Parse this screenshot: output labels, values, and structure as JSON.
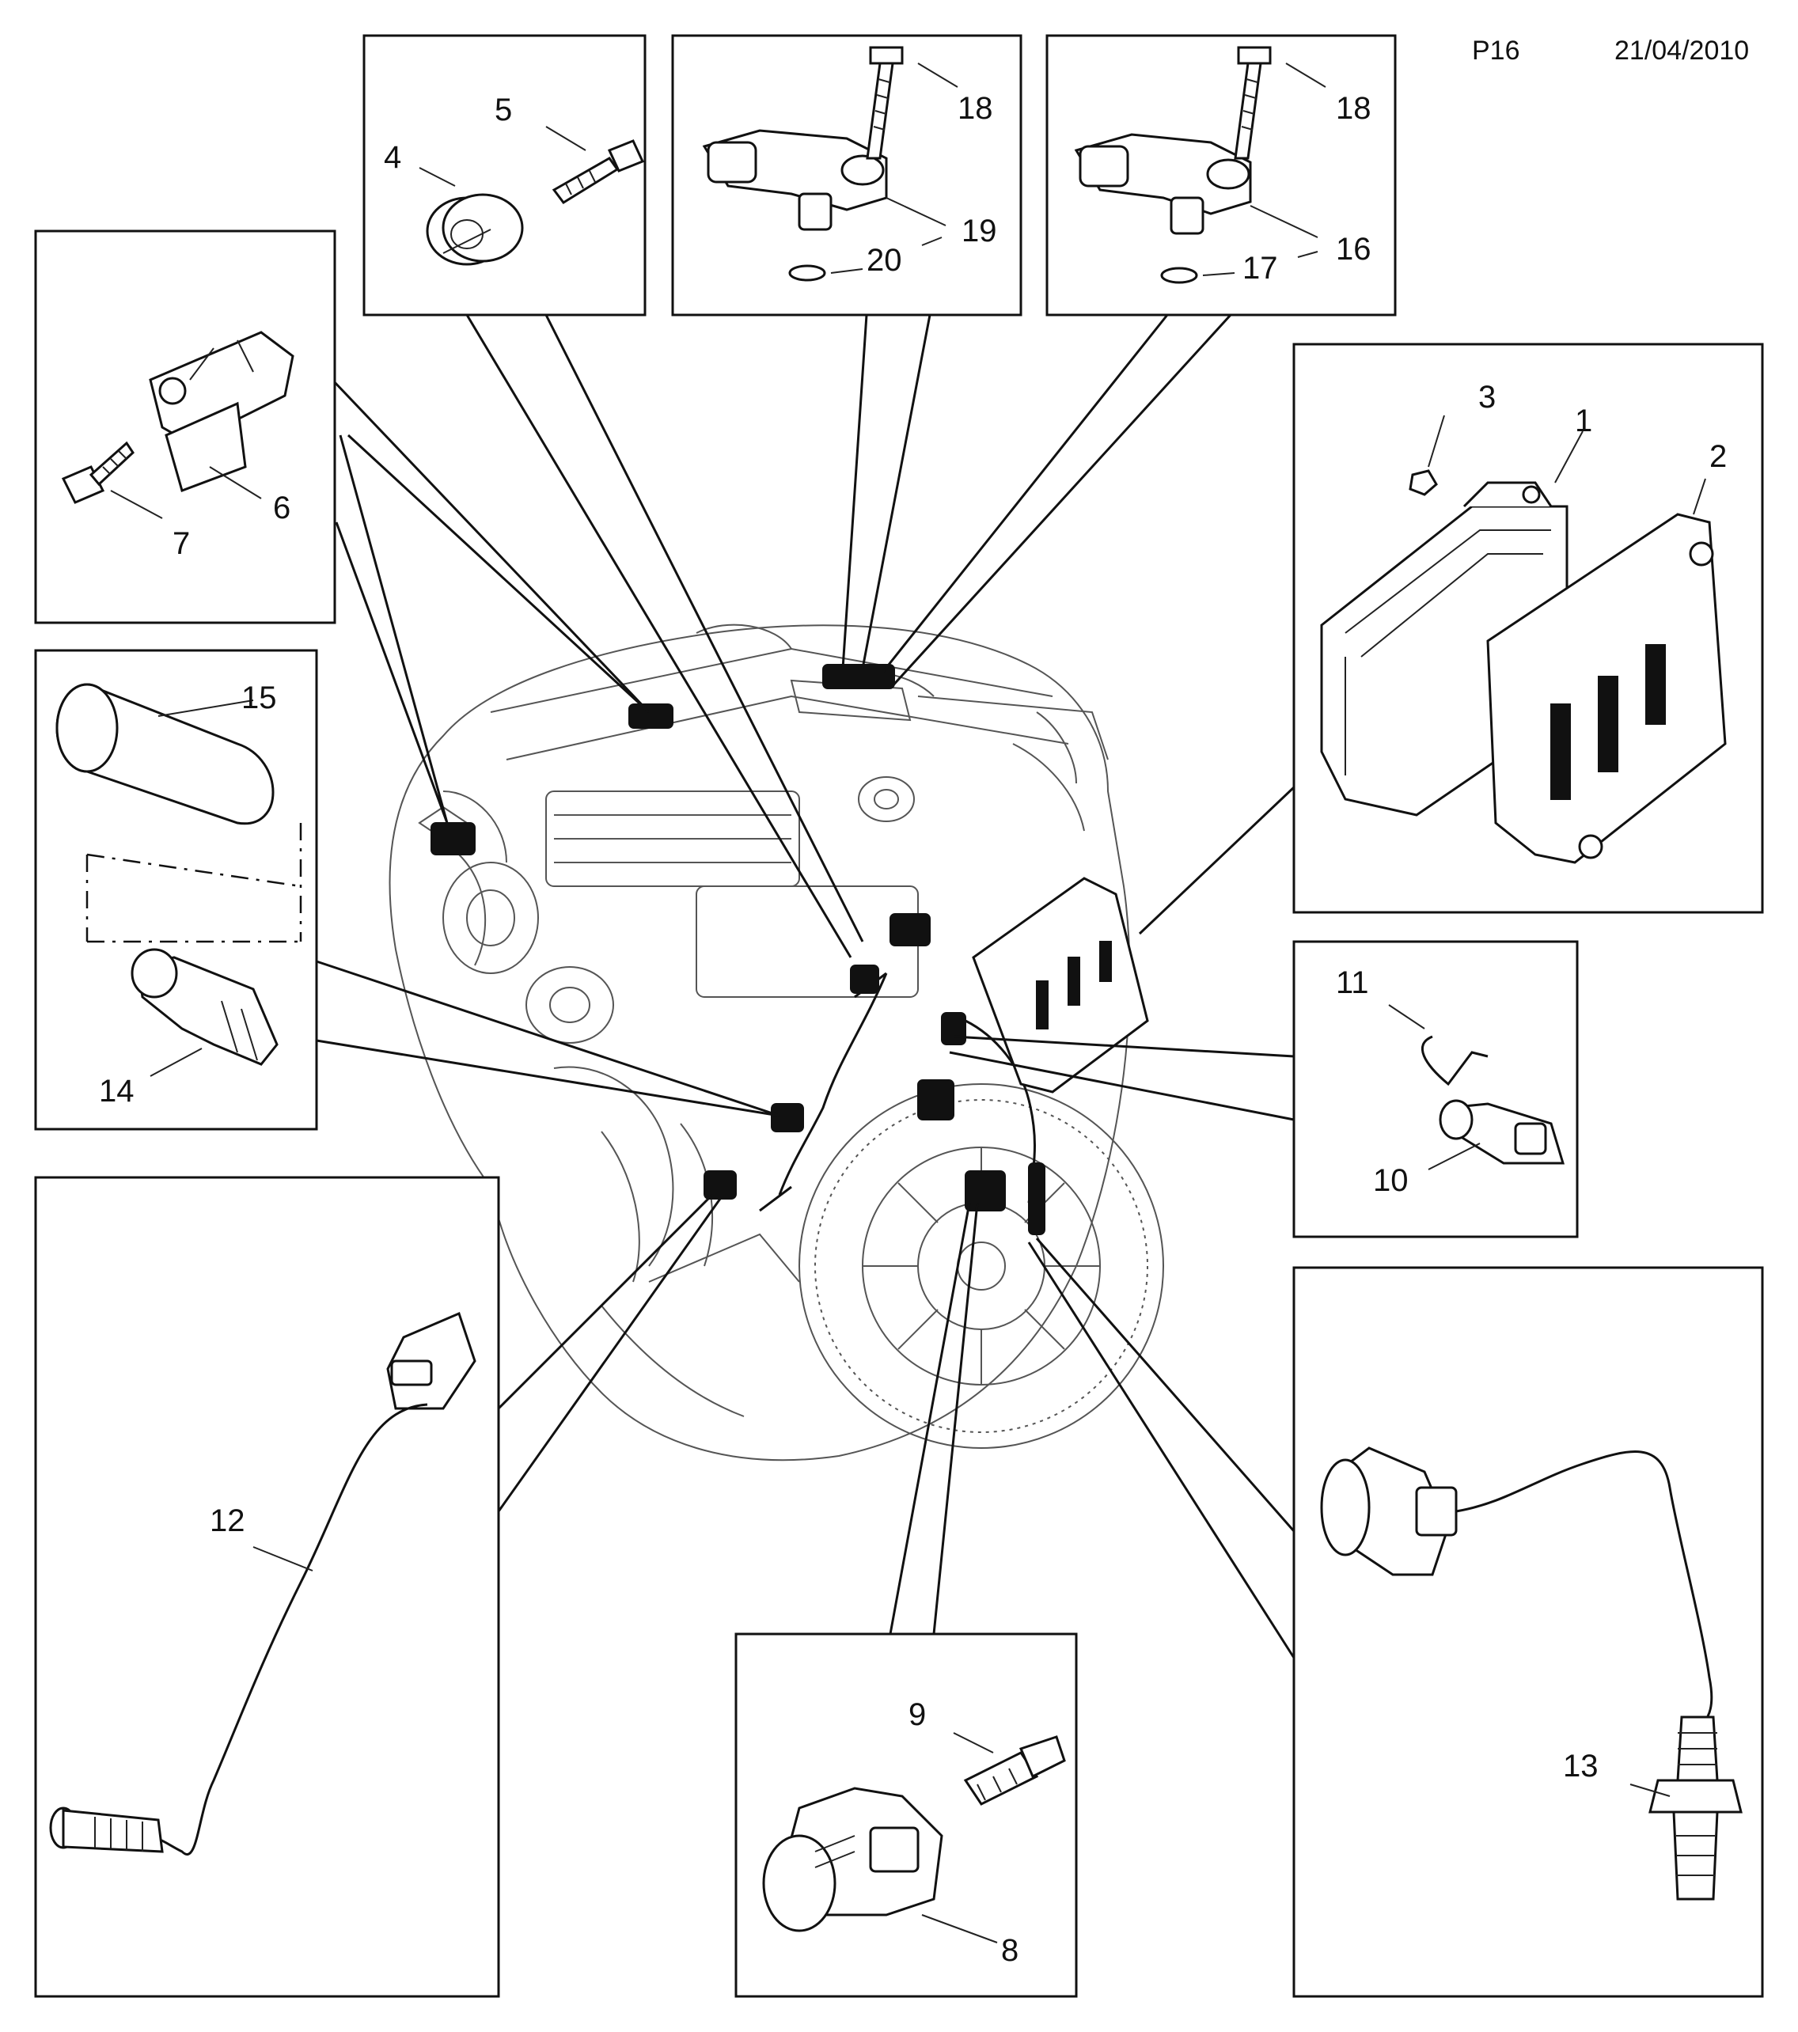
{
  "header": {
    "page": "P16",
    "date": "21/04/2010"
  },
  "callouts": {
    "c1": "1",
    "c2": "2",
    "c3": "3",
    "c4": "4",
    "c5": "5",
    "c6": "6",
    "c7": "7",
    "c8": "8",
    "c9": "9",
    "c10": "10",
    "c11": "11",
    "c12": "12",
    "c13": "13",
    "c14": "14",
    "c15": "15",
    "c16": "16",
    "c17": "17",
    "c18a": "18",
    "c18b": "18",
    "c19": "19",
    "c20": "20"
  },
  "colors": {
    "line": "#111111",
    "engine": "#555555",
    "background": "#ffffff"
  }
}
